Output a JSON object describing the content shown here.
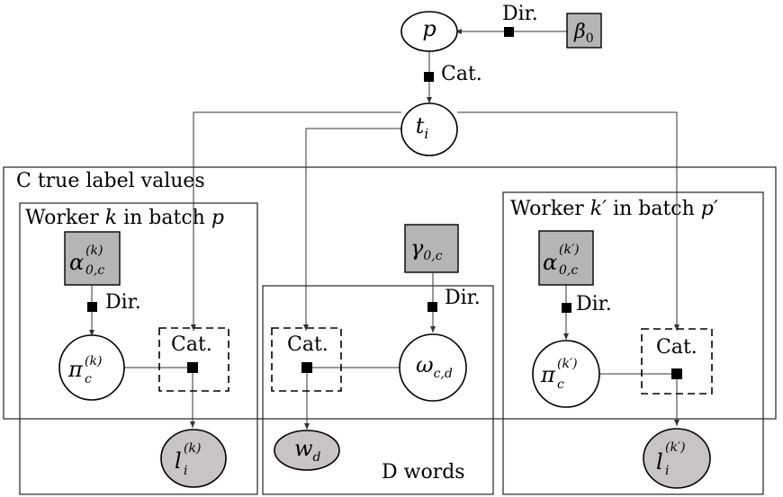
{
  "plates": {
    "true_labels": "C true label values",
    "worker_k": {
      "prefix": "Worker ",
      "var": "k",
      "mid": " in batch ",
      "batch": "p"
    },
    "worker_kprime": {
      "prefix": "Worker ",
      "var": "k′",
      "mid": " in batch ",
      "batch": "p′"
    },
    "words": "D words"
  },
  "factors": {
    "dir_p": "Dir.",
    "cat_t": "Cat.",
    "dir_k": "Dir.",
    "dir_gamma": "Dir.",
    "dir_kprime": "Dir.",
    "cat_k": "Cat.",
    "cat_w": "Cat.",
    "cat_kprime": "Cat."
  },
  "nodes": {
    "p": {
      "base": "p",
      "shaded": false
    },
    "beta0": {
      "base": "β",
      "sub": "0",
      "shaded": true
    },
    "t": {
      "base": "t",
      "sub": "i",
      "shaded": false
    },
    "alpha_k": {
      "base": "α",
      "sub": "0,c",
      "sup": "(k)",
      "shaded": true
    },
    "gamma": {
      "base": "γ",
      "sub": "0,c",
      "shaded": true
    },
    "alpha_kprime": {
      "base": "α",
      "sub": "0,c",
      "sup": "(k′)",
      "shaded": true
    },
    "pi_k": {
      "base": "π",
      "sub": "c",
      "sup": "(k)",
      "shaded": false
    },
    "omega": {
      "base": "ω",
      "sub": "c,d",
      "shaded": false
    },
    "pi_kprime": {
      "base": "π",
      "sub": "c",
      "sup": "(k′)",
      "shaded": false
    },
    "l_k": {
      "base": "l",
      "sub": "i",
      "sup": "(k)",
      "shaded": true
    },
    "w": {
      "base": "w",
      "sub": "d",
      "shaded": true
    },
    "l_kprime": {
      "base": "l",
      "sub": "i",
      "sup": "(k′)",
      "shaded": true
    }
  }
}
